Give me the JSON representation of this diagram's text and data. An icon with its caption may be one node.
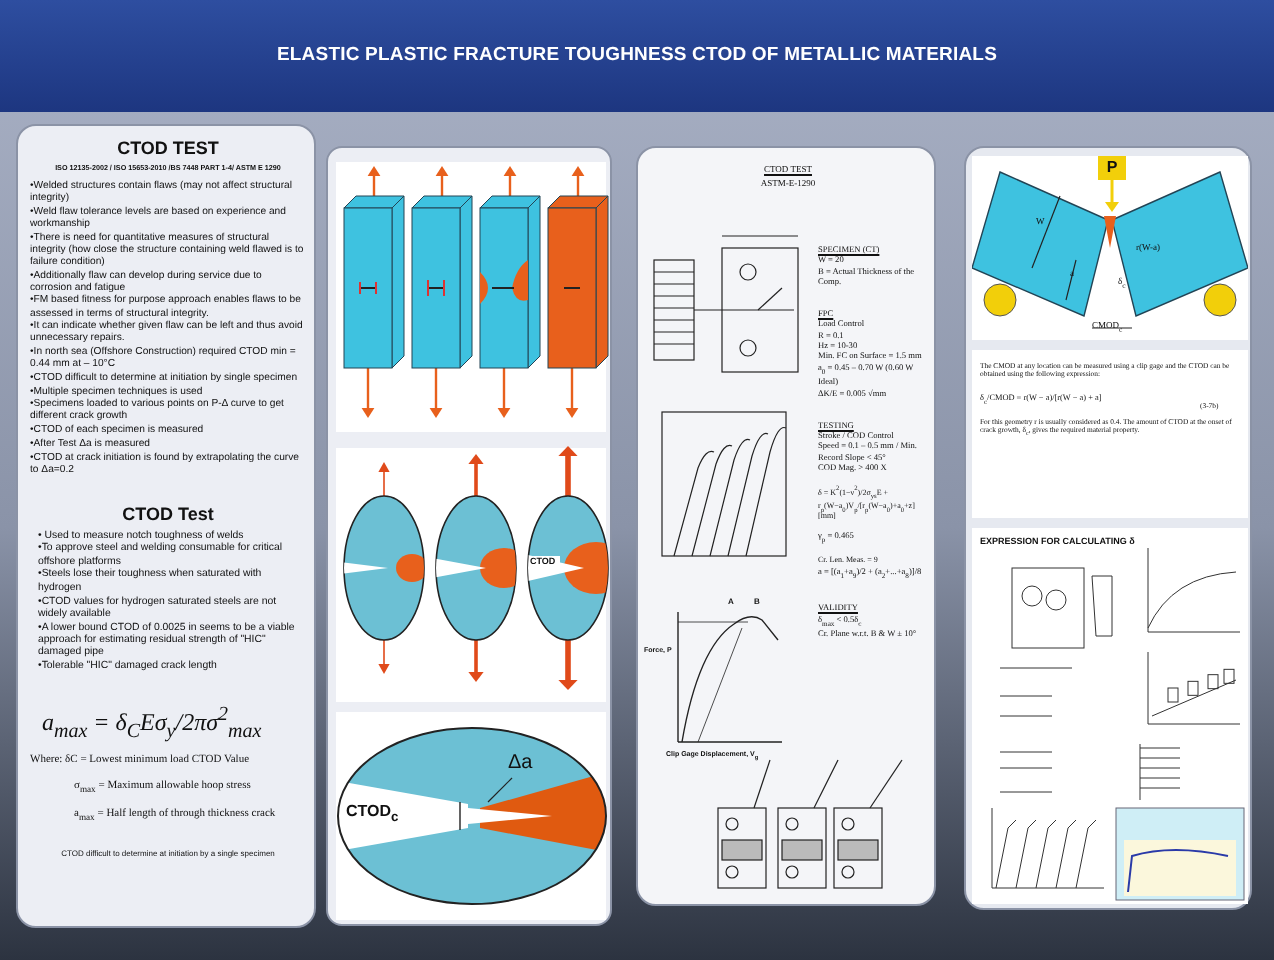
{
  "diagram": {
    "title": "ELASTIC PLASTIC FRACTURE TOUGHNESS CTOD OF METALLIC MATERIALS",
    "nodes": [
      {
        "text": [
          "CTOD TEST",
          "ISO 12135-2002 / ISO 15653-2010 /BS 7448 PART 1-4/ ASTM E 1290",
          "•Welded structures contain flaws (may not affect structural integrity)",
          "•Weld flaw tolerance levels are based on experience and workmanship",
          "•There is need for quantitative measures of structural integrity (how close the structure containing weld flawed is to failure condition)",
          "•Additionally flaw can develop during service due to corrosion and fatigue",
          "•FM based fitness for purpose approach enables flaws to be assessed in terms of structural integrity.",
          "•It can indicate whether given flaw can be left and thus avoid unnecessary repairs.",
          "•In north sea (Offshore Construction) required CTOD min = 0.44 mm at – 10°C",
          "•CTOD difficult to determine at initiation by single specimen",
          "•Multiple specimen techniques is used",
          "•Specimens loaded to various points on P-Δ curve to get different crack growth",
          "•CTOD of each specimen is measured",
          "•After Test Δa is measured",
          "•CTOD at crack initiation is found by extrapolating the curve to Δa=0.2",
          "CTOD Test",
          "• Used to measure notch toughness of welds",
          "•To approve steel and welding consumable for critical offshore platforms",
          "•Steels lose their toughness when saturated with hydrogen",
          "•CTOD values for hydrogen saturated steels are not widely available",
          "•A lower bound CTOD of 0.0025 in seems to be a viable approach for estimating residual strength of \"HIC\" damaged pipe",
          "•Tolerable \"HIC\" damaged crack length",
          "a$_{max}$ = δ$_{C}$Eσ$_{y}$/2πσ$^{2}$$_{max}$",
          "Where: δC = Lowest minimum load CTOD Value",
          "σ$_{max}$ = Maximum allowable hoop stress",
          "a$_{max}$ = Half length of through thickness crack",
          "CTOD difficult to determine at initiation by a single specimen"
        ]
      },
      {
        "text": [
          "CTOD",
          "CTOD$_{c}$",
          "Δa"
        ]
      },
      {
        "text": [
          "CTOD TEST",
          "ASTM-E-1290",
          "SPECIMEN (CT)",
          "W = 20",
          "B = Actual Thickness of the Comp.",
          "FPC",
          "Load Control",
          "R = 0.1",
          "Hz = 10-30",
          "Min. FC on Surface = 1.5 mm",
          "a$_{0}$ = 0.45 – 0.70 W (0.60 W Ideal)",
          "ΔK/E = 0.005 √mm",
          "TESTING",
          "Stroke / COD Control",
          "Speed = 0.1 – 0.5 mm / Min.",
          "Record Slope < 45°",
          "COD Mag. > 400 X",
          "δ = K$^{2}$(1−ν$^{2}$)/2σ$_{ys}$E + r$_{p}$(W−a$_{0}$)V$_{p}$/[r$_{p}$(W−a$_{0}$)+a$_{0}$+z] [mm]",
          "γ$_{p}$ = 0.465",
          "Cr. Len. Meas. = 9",
          "a = [(a$_{1}$+a$_{9}$)/2 + (a$_{2}$+...+a$_{8}$)]/8",
          "VALIDITY",
          "δ$_{max}$ < 0.5δ$_{c}$",
          "Cr. Plane w.r.t. B & W ± 10°",
          "Force, P",
          "Clip Gage Displacement, V$_{g}$",
          "A",
          "B"
        ]
      },
      {
        "text": [],
        "shape": "box"
      },
      {
        "text": [
          "P",
          "W",
          "a",
          "r(W-a)",
          "δ$_{c}$",
          "CMOD$_{c}$"
        ],
        "in": 3
      },
      {
        "text": [
          "The CMOD at any location can be measured using a clip gage and the CTOD can be obtained using the following expression:",
          "δ$_{c}$/CMOD = r(W − a)/[r(W − a) + a]",
          "(3-7b)",
          "For this geometry r is usually considered as 0.4. The amount of CTOD at the onset of crack growth, δ$_{c}$, gives the required material property."
        ],
        "in": 3
      },
      {
        "text": [
          "EXPRESSION FOR CALCULATING δ"
        ],
        "in": 3
      }
    ]
  }
}
